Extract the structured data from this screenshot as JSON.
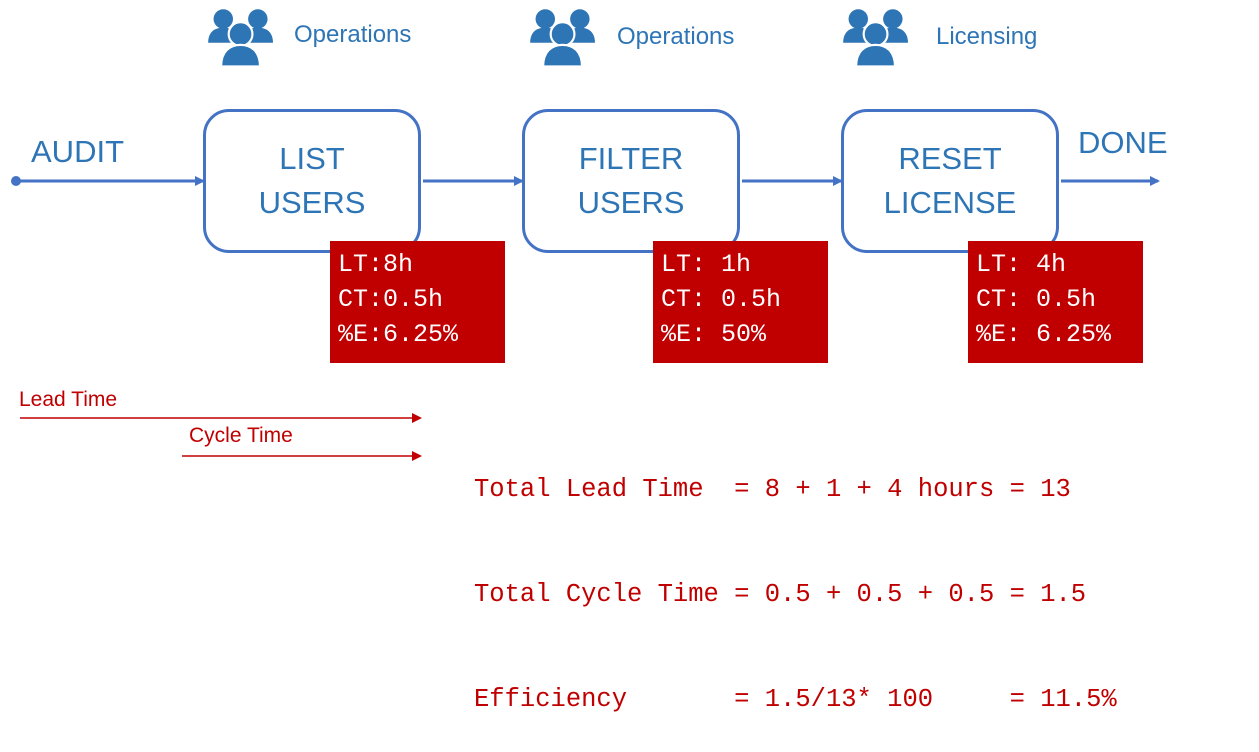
{
  "teams": [
    {
      "label": "Operations"
    },
    {
      "label": "Operations"
    },
    {
      "label": "Licensing"
    }
  ],
  "flow": {
    "start_label": "AUDIT",
    "end_label": "DONE"
  },
  "steps": [
    {
      "line1": "LIST",
      "line2": "USERS"
    },
    {
      "line1": "FILTER",
      "line2": "USERS"
    },
    {
      "line1": "RESET",
      "line2": "LICENSE"
    }
  ],
  "metrics": [
    {
      "lt": "LT:8h",
      "ct": "CT:0.5h",
      "e": "%E:6.25%"
    },
    {
      "lt": "LT: 1h",
      "ct": "CT: 0.5h",
      "e": "%E: 50%"
    },
    {
      "lt": "LT: 4h",
      "ct": "CT: 0.5h",
      "e": "%E: 6.25%"
    }
  ],
  "legend": {
    "lead_time": "Lead Time",
    "cycle_time": "Cycle Time"
  },
  "summary": {
    "line1": "Total Lead Time  = 8 + 1 + 4 hours = 13",
    "line2": "Total Cycle Time = 0.5 + 0.5 + 0.5 = 1.5",
    "line3": "Efficiency       = 1.5/13* 100     = 11.5%"
  },
  "colors": {
    "flow_blue": "#4472C4",
    "text_blue": "#2E75B6",
    "icon_blue": "#2E75B6",
    "metric_red": "#C00000"
  }
}
